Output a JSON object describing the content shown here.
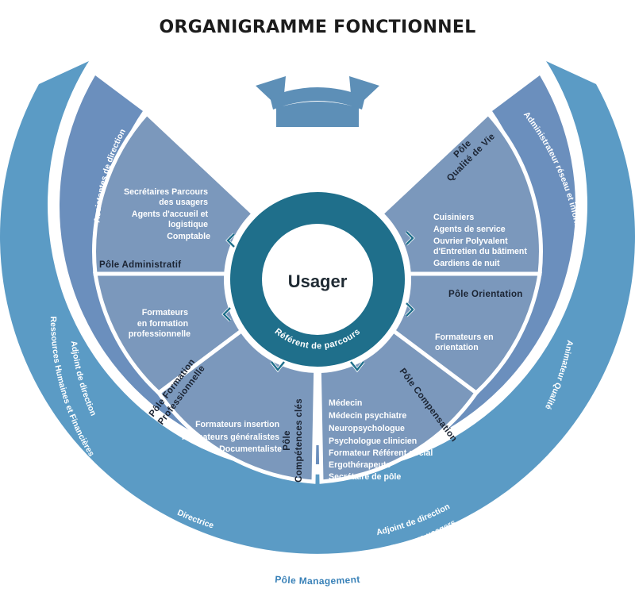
{
  "title": "ORGANIGRAMME FONCTIONNEL",
  "center": {
    "label": "Usager",
    "ring_label": "Référent de parcours"
  },
  "poles": {
    "administratif": {
      "name": "Pôle Administratif",
      "items": [
        "Secrétaires Parcours",
        "des usagers",
        "Agents d'accueil et",
        "logistique",
        "Comptable"
      ]
    },
    "qualite_de_vie": {
      "name_line1": "Pôle",
      "name_line2": "Qualité de Vie",
      "items": [
        "Cuisiniers",
        "Agents de service",
        "Ouvrier Polyvalent",
        "d'Entretien du bâtiment",
        "Gardiens de nuit"
      ]
    },
    "orientation": {
      "name": "Pôle Orientation",
      "items": [
        "Formateurs en",
        "orientation"
      ]
    },
    "formation_professionnelle": {
      "name_line1": "Pôle Formation",
      "name_line2": "Professionnelle",
      "items": [
        "Formateurs",
        "en formation",
        "professionnelle"
      ]
    },
    "competences_cles": {
      "name_line1": "Pôle",
      "name_line2": "Compétences clés",
      "items": [
        "Formateurs insertion",
        "Formateurs généralistes",
        "Documentaliste"
      ]
    },
    "compensation": {
      "name": "Pôle Compensation",
      "items": [
        "Médecin",
        "Médecin psychiatre",
        "Neuropsychologue",
        "Psychologue clinicien",
        "Formateur Référent social",
        "Ergothérapeute",
        "Secrétaire de pôle"
      ]
    }
  },
  "inner_band": {
    "left_top": "Assistantes de direction",
    "left_mid1": "Adjoint de direction",
    "left_mid2": "Ressources Humaines et Financières",
    "bottom_left": "Directrice",
    "bottom_right1": "Adjoint de direction",
    "bottom_right2": "Parcours usagers",
    "right_top": "Administrateur réseau et informatique",
    "right_mid": "Animateur Qualité"
  },
  "management": {
    "name": "Pôle Management"
  },
  "colors": {
    "wedge": "#7b98bc",
    "inner_band": "#6b8fbd",
    "outer_band": "#5b9bc5",
    "ring": "#1f6f8b",
    "arrow": "#5d8fb7"
  }
}
